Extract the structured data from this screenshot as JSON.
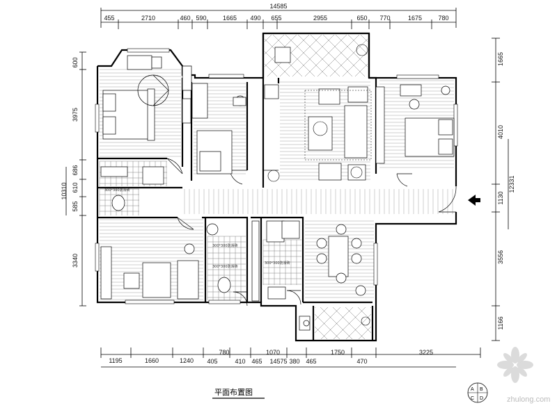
{
  "drawing": {
    "title": "平面布置图",
    "watermark": "zhulong.com",
    "seal_letters": [
      "A",
      "B",
      "C",
      "D"
    ]
  },
  "dims": {
    "top_total": "14585",
    "top": [
      "455",
      "2710",
      "460",
      "590",
      "1665",
      "490",
      "655",
      "2955",
      "650",
      "770",
      "1675",
      "780"
    ],
    "bottom_total": "14575",
    "bottom_row1": [
      "1195",
      "1660",
      "1240",
      "780",
      "1070",
      "1750",
      "3225"
    ],
    "bottom_row2": [
      "405",
      "410",
      "465",
      "380",
      "465",
      "470"
    ],
    "left_total": "10310",
    "left": [
      "600",
      "3975",
      "686",
      "610",
      "585",
      "3340"
    ],
    "right_total": "12331",
    "right": [
      "1665",
      "4010",
      "1130",
      "3556",
      "1166"
    ]
  },
  "room_labels": {
    "bath_tile": "300*300防滑砖",
    "kitchen_tile": "300*300防滑砖",
    "bath2_tile": "300*300防滑砖",
    "balcony_tile": "300*300防滑砖"
  }
}
